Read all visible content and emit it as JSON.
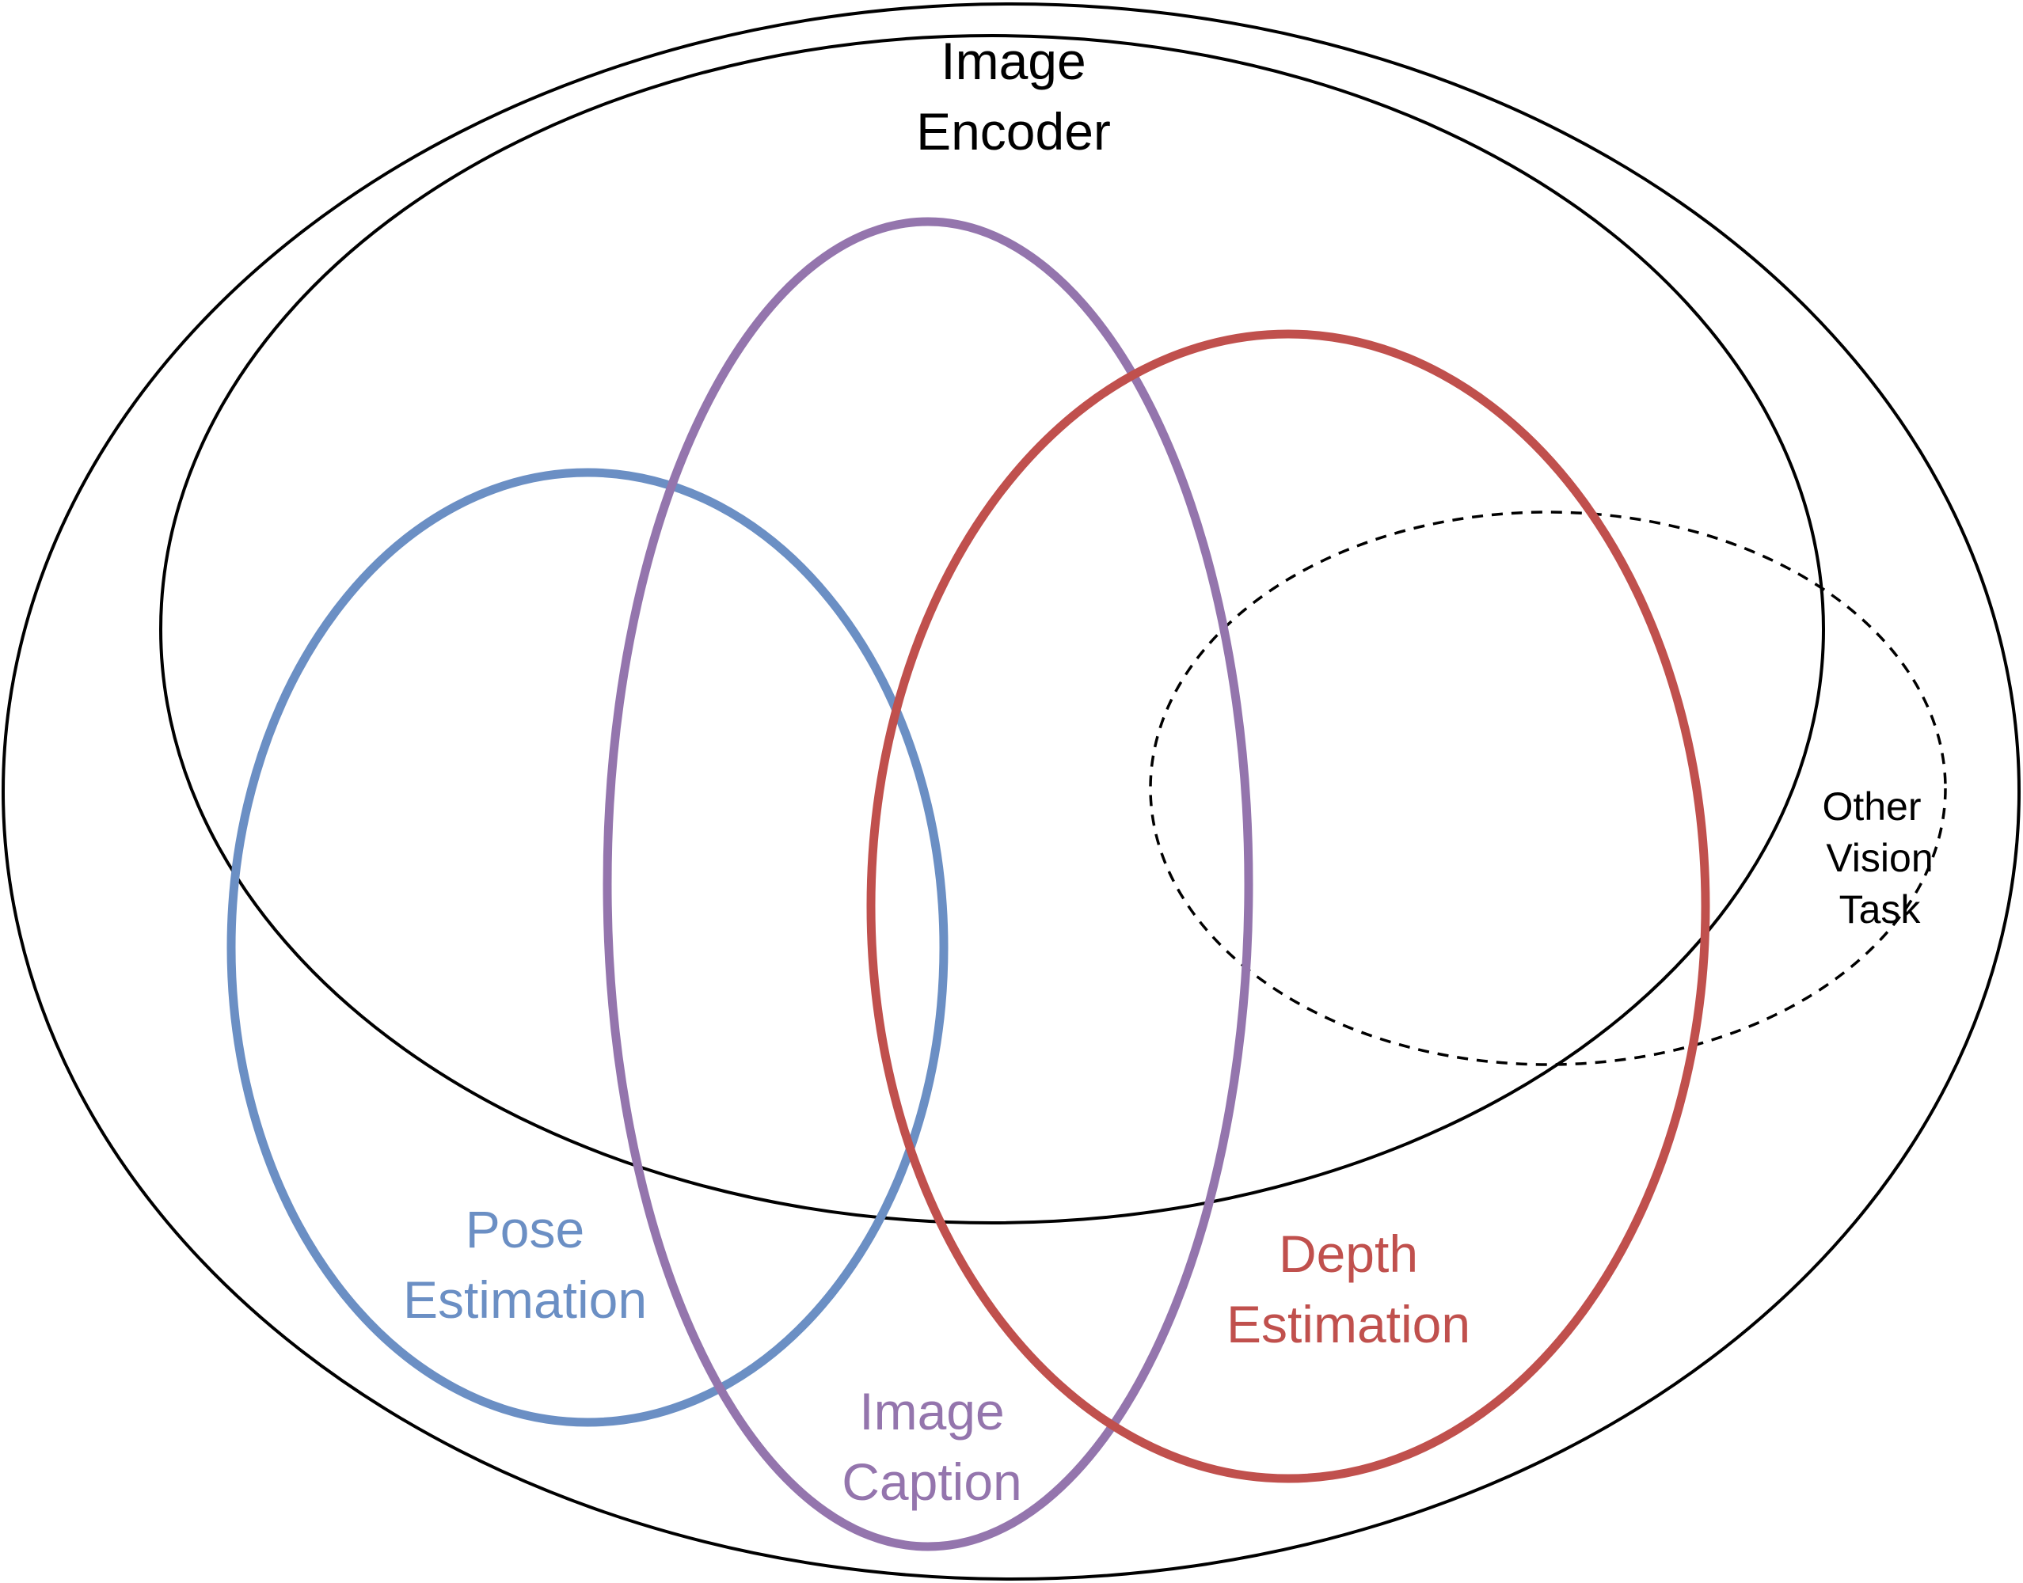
{
  "diagram": {
    "outer_region": {
      "label_line1": "",
      "label_line2": ""
    },
    "image_encoder": {
      "label_line1": "Image",
      "label_line2": "Encoder",
      "stroke_color": "#000000"
    },
    "pose_estimation": {
      "label_line1": "Pose",
      "label_line2": "Estimation",
      "color": "#6b8fc4"
    },
    "image_caption": {
      "label_line1": "Image",
      "label_line2": "Caption",
      "color": "#9475ad"
    },
    "depth_estimation": {
      "label_line1": "Depth",
      "label_line2": "Estimation",
      "color": "#c0504d"
    },
    "other_vision_task": {
      "label_line1": "Other",
      "label_line2": "Vision",
      "label_line3": "Task",
      "stroke_color": "#000000",
      "line_style": "dashed"
    }
  }
}
